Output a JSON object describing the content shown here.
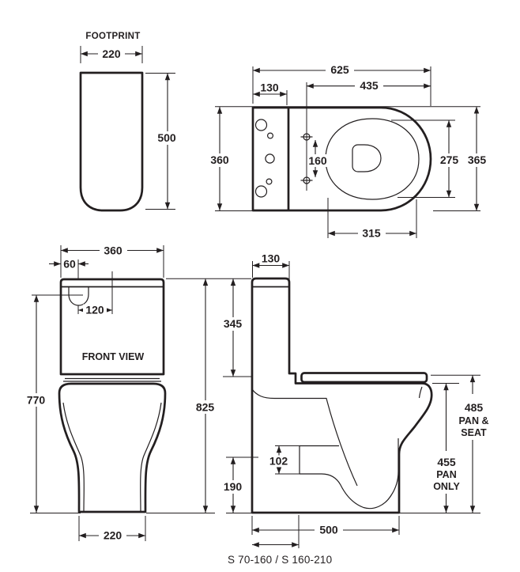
{
  "drawing": {
    "footprint": {
      "title": "FOOTPRINT",
      "width": "220",
      "depth": "500"
    },
    "top_view": {
      "overall_depth": "625",
      "bowl_depth": "435",
      "cistern_depth": "130",
      "cistern_width": "360",
      "fixing_hole_centres": "160",
      "seat_cutout_width": "275",
      "overall_width": "365",
      "seat_cutout_depth": "315"
    },
    "front_view": {
      "title": "FRONT VIEW",
      "cistern_width": "360",
      "button_offset": "60",
      "button_to_centre": "120",
      "button_height": "770",
      "overall_height": "825",
      "base_width": "220"
    },
    "side_view": {
      "cistern_depth": "130",
      "cistern_height": "345",
      "outlet_height": "102",
      "inlet_height": "190",
      "base_depth": "500",
      "pan_seat_height": "485",
      "pan_seat_label_line1": "PAN &",
      "pan_seat_label_line2": "SEAT",
      "pan_only_height": "455",
      "pan_only_label_line1": "PAN",
      "pan_only_label_line2": "ONLY",
      "trap_setout": "S 70-160  /  S 160-210"
    }
  }
}
